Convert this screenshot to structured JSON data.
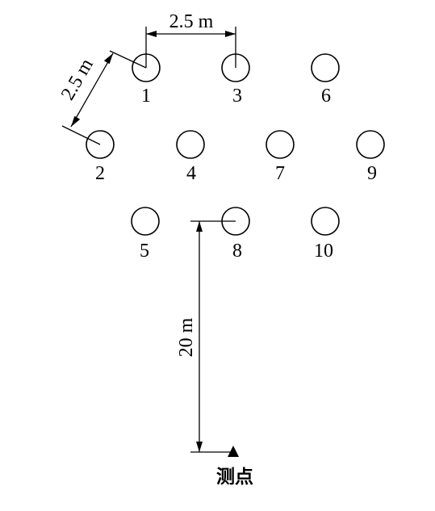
{
  "holes": [
    {
      "label": "1"
    },
    {
      "label": "2"
    },
    {
      "label": "3"
    },
    {
      "label": "4"
    },
    {
      "label": "5"
    },
    {
      "label": "6"
    },
    {
      "label": "7"
    },
    {
      "label": "8"
    },
    {
      "label": "9"
    },
    {
      "label": "10"
    }
  ],
  "dimensions": {
    "horizontal_spacing": "2.5 m",
    "diagonal_spacing": "2.5 m",
    "distance_to_point": "20 m"
  },
  "measurement_point": {
    "label": "测点"
  }
}
